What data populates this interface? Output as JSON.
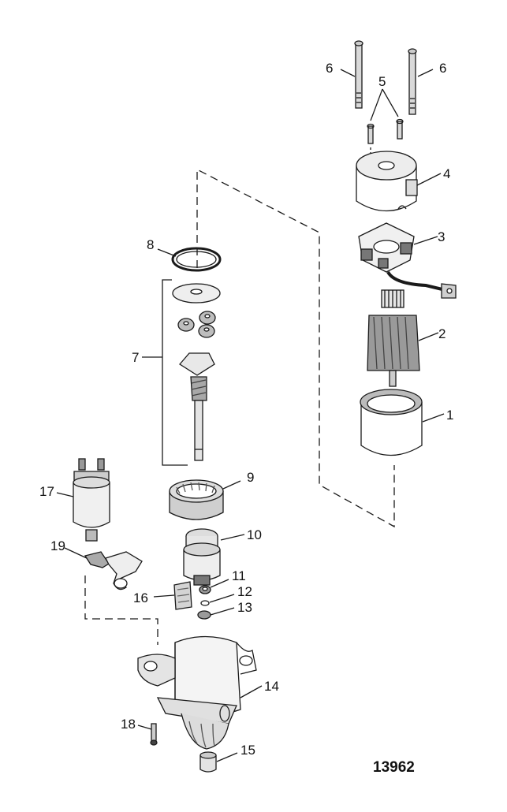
{
  "diagram": {
    "drawing_number": "13962",
    "colors": {
      "ink": "#1a1a1a",
      "shade": "#8a8a8a",
      "paper": "#ffffff"
    },
    "callouts": [
      {
        "id": "c1",
        "text": "1",
        "part": "field-frame"
      },
      {
        "id": "c2",
        "text": "2",
        "part": "armature"
      },
      {
        "id": "c3",
        "text": "3",
        "part": "brush-holder"
      },
      {
        "id": "c4",
        "text": "4",
        "part": "end-cap"
      },
      {
        "id": "c5",
        "text": "5",
        "part": "screw"
      },
      {
        "id": "c6a",
        "text": "6",
        "part": "through-bolt-left"
      },
      {
        "id": "c6b",
        "text": "6",
        "part": "through-bolt-right"
      },
      {
        "id": "c7",
        "text": "7",
        "part": "planetary-gear-assembly"
      },
      {
        "id": "c8",
        "text": "8",
        "part": "o-ring"
      },
      {
        "id": "c9",
        "text": "9",
        "part": "ring-gear"
      },
      {
        "id": "c10",
        "text": "10",
        "part": "drive-pinion"
      },
      {
        "id": "c11",
        "text": "11",
        "part": "stop-collar"
      },
      {
        "id": "c12",
        "text": "12",
        "part": "retainer-ring"
      },
      {
        "id": "c13",
        "text": "13",
        "part": "washer"
      },
      {
        "id": "c14",
        "text": "14",
        "part": "drive-housing"
      },
      {
        "id": "c15",
        "text": "15",
        "part": "bushing"
      },
      {
        "id": "c16",
        "text": "16",
        "part": "plate"
      },
      {
        "id": "c17",
        "text": "17",
        "part": "solenoid"
      },
      {
        "id": "c18",
        "text": "18",
        "part": "pin"
      },
      {
        "id": "c19",
        "text": "19",
        "part": "shift-lever"
      }
    ]
  }
}
